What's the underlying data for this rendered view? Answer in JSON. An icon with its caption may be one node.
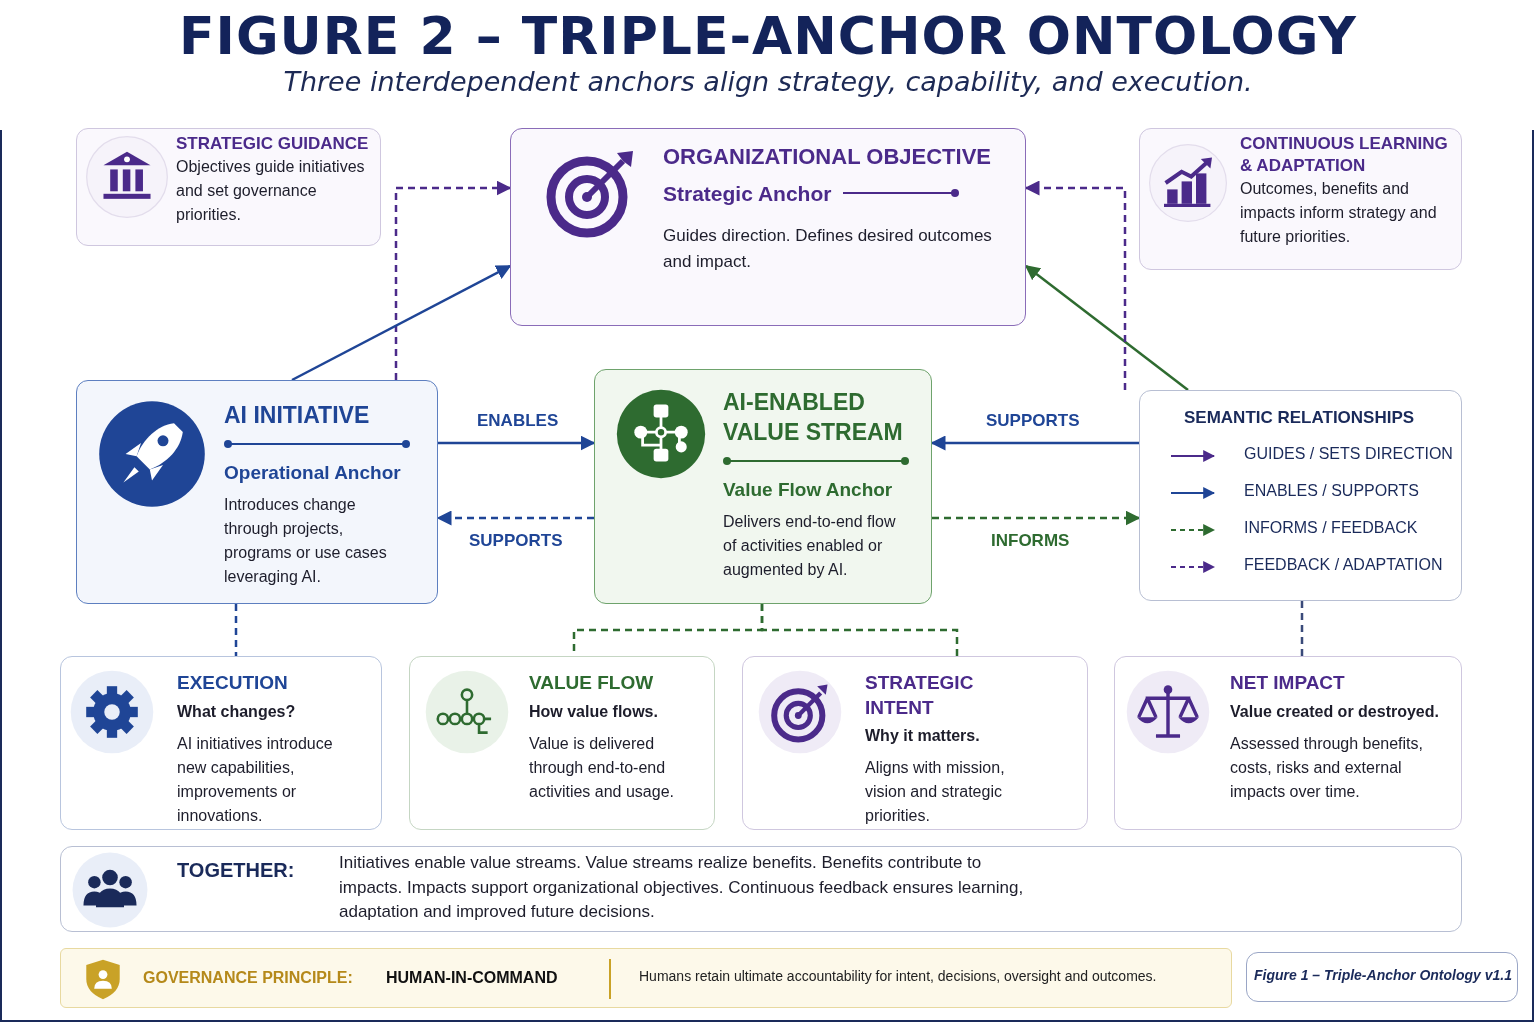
{
  "diagram": {
    "title": "FIGURE 2 – TRIPLE-ANCHOR ONTOLOGY",
    "nodes": [
      {
        "text": [
          "STRATEGIC GUIDANCE",
          "Objectives guide initiatives and set governance priorities."
        ]
      },
      {
        "text": [
          "ORGANIZATIONAL OBJECTIVE",
          "Strategic Anchor",
          "Guides direction. Defines desired outcomes and impact."
        ]
      },
      {
        "text": [
          "CONTINUOUS LEARNING & ADAPTATION",
          "Outcomes, benefits and impacts inform strategy and future priorities."
        ]
      },
      {
        "text": [
          "AI INITIATIVE",
          "Operational Anchor",
          "Introduces change through projects, programs or use cases leveraging AI."
        ]
      },
      {
        "text": [
          "AI-ENABLED VALUE STREAM",
          "Value Flow Anchor",
          "Delivers end-to-end flow of activities enabled or augmented by AI."
        ]
      },
      {
        "text": [
          "SEMANTIC RELATIONSHIPS"
        ]
      },
      {
        "text": [
          "EXECUTION",
          "What changes?",
          "AI initiatives introduce new capabilities, improvements or innovations."
        ]
      },
      {
        "text": [
          "VALUE FLOW",
          "How value flows.",
          "Value is delivered through end-to-end activities and usage."
        ]
      },
      {
        "text": [
          "STRATEGIC INTENT",
          "Why it matters.",
          "Aligns with mission, vision and strategic priorities."
        ]
      },
      {
        "text": [
          "NET IMPACT",
          "Value created or destroyed.",
          "Assessed through benefits, costs, risks and external impacts over time."
        ]
      },
      {
        "text": [
          "TOGETHER:",
          "Initiatives enable value streams. Value streams realize benefits. Benefits contribute to impacts. Impacts support organizational objectives. Continuous feedback ensures learning, adaptation and improved future decisions."
        ]
      },
      {
        "text": [
          "GOVERNANCE PRINCIPLE:",
          "HUMAN-IN-COMMAND",
          "Humans retain ultimate accountability for intent, decisions, oversight and outcomes."
        ]
      },
      {
        "text": [
          "Figure 1 – Triple-Anchor Ontology v1.1"
        ]
      }
    ],
    "edges": [
      {
        "from": 3,
        "to": 1,
        "arrow": "to",
        "style": "dashed",
        "color": "#4b2a8a"
      },
      {
        "from": 3,
        "to": 1,
        "arrow": "to"
      },
      {
        "from": 5,
        "to": 1,
        "arrow": "to",
        "color": "#2e6b30"
      },
      {
        "from": 5,
        "to": 1,
        "arrow": "to",
        "style": "dashed",
        "color": "#4b2a8a"
      },
      {
        "from": 3,
        "to": 4,
        "label": "ENABLES",
        "arrow": "to"
      },
      {
        "from": 4,
        "to": 3,
        "label": "SUPPORTS",
        "arrow": "to",
        "style": "dashed"
      },
      {
        "from": 5,
        "to": 4,
        "label": "SUPPORTS",
        "arrow": "to"
      },
      {
        "from": 4,
        "to": 5,
        "label": "INFORMS",
        "arrow": "to",
        "style": "dashed",
        "color": "#2e6b30"
      },
      {
        "from": 3,
        "to": 6,
        "arrow": "none",
        "style": "dashed"
      },
      {
        "from": 4,
        "to": 7,
        "arrow": "none",
        "style": "dashed",
        "color": "#2e6b30"
      },
      {
        "from": 4,
        "to": 8,
        "arrow": "none",
        "style": "dashed",
        "color": "#2e6b30"
      },
      {
        "from": 5,
        "to": 9,
        "arrow": "none",
        "style": "dashed",
        "color": "#3a4a7a"
      }
    ],
    "labels": [
      "Three interdependent anchors align strategy, capability, and execution."
    ],
    "legend": [
      {
        "text": "GUIDES / SETS DIRECTION"
      },
      {
        "text": "ENABLES / SUPPORTS"
      },
      {
        "text": "INFORMS / FEEDBACK"
      },
      {
        "text": "FEEDBACK / ADAPTATION"
      }
    ]
  }
}
